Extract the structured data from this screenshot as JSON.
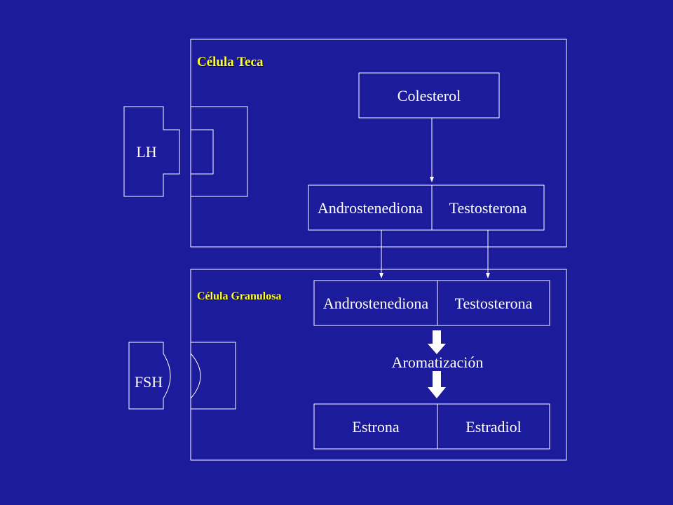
{
  "colors": {
    "background": "#1b1b9c",
    "stroke": "#ffffff",
    "cell_title": "#ffff33",
    "text": "#ffffff"
  },
  "teca_cell": {
    "title": "Célula Teca",
    "receptor_label": "LH",
    "precursor": "Colesterol",
    "products": [
      "Androstenediona",
      "Testosterona"
    ]
  },
  "granulosa_cell": {
    "title": "Célula Granulosa",
    "receptor_label": "FSH",
    "substrates": [
      "Androstenediona",
      "Testosterona"
    ],
    "process": "Aromatización",
    "products": [
      "Estrona",
      "Estradiol"
    ]
  }
}
